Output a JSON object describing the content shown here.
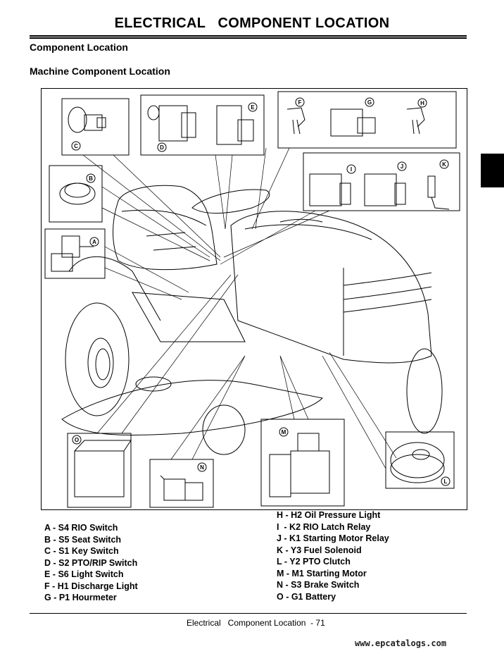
{
  "header": {
    "title": "ELECTRICAL   COMPONENT LOCATION",
    "section": "Component Location",
    "subsection": "Machine Component Location"
  },
  "diagram": {
    "callouts": [
      "A",
      "B",
      "C",
      "D",
      "E",
      "F",
      "G",
      "H",
      "I",
      "J",
      "K",
      "L",
      "M",
      "N",
      "O"
    ]
  },
  "legend": {
    "left": [
      "A - S4 RIO Switch",
      "B - S5 Seat Switch",
      "C - S1 Key Switch",
      "D - S2 PTO/RIP Switch",
      "E - S6 Light Switch",
      "F - H1 Discharge Light",
      "G - P1 Hourmeter"
    ],
    "right": [
      "H - H2 Oil Pressure Light",
      "I  - K2 RIO Latch Relay",
      "J - K1 Starting Motor Relay",
      "K - Y3 Fuel Solenoid",
      "L - Y2 PTO Clutch",
      "M - M1 Starting Motor",
      "N - S3 Brake Switch",
      "O - G1 Battery"
    ]
  },
  "footer": {
    "text": "Electrical   Component Location  - 71",
    "watermark": "www.epcatalogs.com"
  }
}
